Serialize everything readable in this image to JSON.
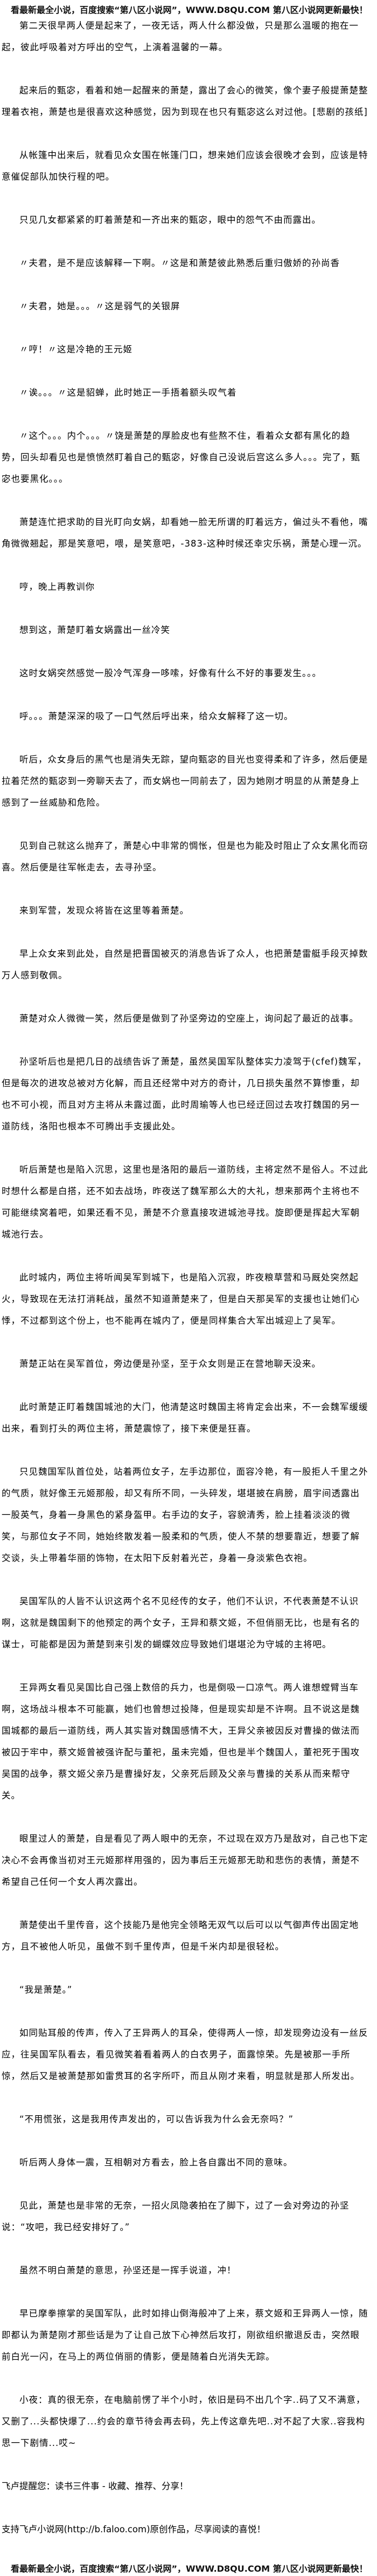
{
  "banner_text": "看最新最全小说，百度搜索“第八区小说网”，WWW.D8QU.COM 第八区小说网更新最快！",
  "paragraphs": [
    "第二天很早两人便是起来了，一夜无话，两人什么都没做，只是那么温暖的抱在一起，彼此呼吸着对方呼出的空气，上演着温馨的一幕。",
    "起来后的甄宓，看着和她一起醒来的萧楚，露出了会心的微笑，像个妻子般提萧楚整理着衣袍，萧楚也是很喜欢这种感觉，因为到现在也只有甄宓这么对过他。[悲剧的孩纸]",
    "从帐篷中出来后，就看见众女围在帐篷门口，想来她们应该会很晚才会到，应该是特意催促部队加快行程的吧。",
    "只见几女都紧紧的盯着萧楚和一齐出来的甄宓，眼中的怨气不由而露出。",
    "〃夫君，是不是应该解释一下啊。〃这是和萧楚彼此熟悉后重归傲娇的孙尚香",
    "〃夫君，她是。。。〃这是弱气的关银屏",
    "〃哼！〃这是冷艳的王元姬",
    "〃诶。。。〃这是貂蝉，此时她正一手捂着额头叹气着",
    "〃这个。。。内个。。。〃饶是萧楚的厚脸皮也有些熬不住，看着众女都有黑化的趋势，回头却看见也是愤愤然盯着自己的甄宓，好像自己没说后宫这么多人。。。完了，甄宓也要黑化。。。",
    "萧楚连忙把求助的目光盯向女娲，却看她一脸无所谓的盯着远方，偏过头不看他，嘴角微微翘起，那是笑意吧，喂，是笑意吧，-383-这种时候还幸灾乐祸，萧楚心理一沉。",
    "哼，晚上再教训你",
    "想到这，萧楚盯着女娲露出一丝冷笑",
    "这时女娲突然感觉一股冷气浑身一哆嗦，好像有什么不好的事要发生。。。",
    "呼。。。萧楚深深的吸了一口气然后呼出来，给众女解释了这一切。",
    "听后，众女身后的黑气也是消失无踪，望向甄宓的目光也变得柔和了许多，然后便是拉着茫然的甄宓到一旁聊天去了，而女娲也一同前去了，因为她刚才明显的从萧楚身上感到了一丝威胁和危险。",
    "见到自己就这么抛弃了，萧楚心中非常的惆怅，但是也为能及时阻止了众女黑化而窃喜。然后便是往军帐走去，去寻孙坚。",
    "来到军营，发现众将皆在这里等着萧楚。",
    "早上众女来到此处，自然是把晋国被灭的消息告诉了众人，也把萧楚雷艇手段灭掉数万人感到敬佩。",
    "萧楚对众人微微一笑，然后便是做到了孙坚旁边的空座上，询问起了最近的战事。",
    "孙坚听后也是把几日的战绩告诉了萧楚，虽然吴国军队整体实力凌驾于(cfef)魏军，但是每次的进攻总被对方化解，而且还经常中对方的奇计，几日损失虽然不算惨重，却也不可小视，而且对方主将从未露过面，此时周瑜等人也已经迂回过去攻打魏国的另一道防线，洛阳也根本不可腾出手支援此处。",
    "听后萧楚也是陷入沉思，这里也是洛阳的最后一道防线，主将定然不是俗人。不过此时想什么都是白搭，还不如去战场，昨夜送了魏军那么大的大礼，想来那两个主将也不可能继续窝着吧，如果还看不见，萧楚不介意直接攻进城池寻找。旋即便是挥起大军朝城池行去。",
    "此时城内，两位主将听闻吴军到城下，也是陷入沉寂，昨夜粮草营和马厩处突然起火，导致现在无法打消耗战，虽然不知道萧楚来了，但是白天那吴军的支援也让她们心悸，不过都到这个份上，也不能再在城内了，便是同样集合大军出城迎上了吴军。",
    "萧楚正站在吴军首位，旁边便是孙坚，至于众女则是正在营地聊天没来。",
    "此时萧楚正盯着魏国城池的大门，他清楚这时魏国主将肯定会出来，不一会魏军缓缓出来，看到打头的两位主将，萧楚震惊了，接下来便是狂喜。",
    "只见魏国军队首位处，站着两位女子，左手边那位，面容冷艳，有一股拒人千里之外的气质，就好像王元姬那般，却又有所不同，一头碎发，堪堪披在肩膀，眉宇间透露出一股英气，身着一身黑色的紧身盔甲。右手边的女子，容貌清秀，脸上挂着淡淡的微笑，与那位女子不同，她始终散发着一股柔和的气质，使人不禁的想要靠近，想要了解交谈，头上带着华丽的饰物，在太阳下反射着光芒，身着一身淡紫色衣袍。",
    "吴国军队的人皆不认识这两个名不见经传的女子，他们不认识，不代表萧楚不认识啊，这就是魏国剩下的他预定的两个女子，王异和蔡文姬，不但俏丽无比，也是有名的谋士，可能都是因为萧楚到来引发的蝴蝶效应导致她们堪堪沦为守城的主将吧。",
    "王异两女看见吴国比自己强上数倍的兵力，也是倒吸一口凉气。两人谁想螳臂当车啊，这场战斗根本不可能赢，她们也曾想过投降，但是现实却是不许啊。且不说这是魏国城都的最后一道防线，两人其实皆对魏国感情不大，王异父亲被因反对曹操的做法而被囚于牢中，蔡文姬曾被强许配与董祀，虽未完婚，但也是半个魏国人，董祀死于围攻吴国的战争，蔡文姬父亲乃是曹操好友，父亲死后顾及父亲与曹操的关系从而来帮守关。",
    "眼里过人的萧楚，自是看见了两人眼中的无奈，不过现在双方乃是敌对，自己也下定决心不会再像当初对王元姬那样用强的，因为事后王元姬那无助和悲伤的表情，萧楚不希望自己任何一个女人再次露出。",
    "萧楚使出千里传音，这个技能乃是他完全领略无双气以后可以以气御声传出固定地方，且不被他人听见，虽做不到千里传声，但是千米内却是很轻松。",
    "“我是萧楚。”",
    "如同贴耳般的传声，传入了王异两人的耳朵，使得两人一惊，却发现旁边没有一丝反应，往吴国军队看去，看见微笑着看着两人的白衣男子，面露惊荣。先是被那一手所惊，然后又是被萧楚那如雷贯耳的名字所吓，而且从刚才来看，明显就是那人所发出。",
    "“不用慌张，这是我用传声发出的，可以告诉我为什么会无奈吗？”",
    "听后两人身体一震，互相朝对方看去，脸上各自露出不同的意味。",
    "见此，萧楚也是非常的无奈，一招火凤隐袭拍在了脚下，过了一会对旁边的孙坚说：“攻吧，我已经安排好了。”",
    "虽然不明白萧楚的意思，孙坚还是一挥手说道，冲！",
    "早已摩拳擦掌的吴国军队，此时如排山倒海般冲了上来，蔡文姬和王异两人一惊，随即都认为萧楚刚才那些话是为了让自己放下心神然后攻打，刚欲组织撤退反击，突然眼前白光一闪，在马上的两位俏丽的倩影，便是随着白光消失无踪。",
    "小夜：真的很无奈，在电脑前愣了半个小时，依旧是码不出几个字..码了又不满意，又删了...头都快爆了...约会的章节待会再去码，先上传这章先吧..对不起了大家..容我构思一下剧情...哎~"
  ],
  "footer": {
    "reminder": "飞卢提醒您：读书三件事 - 收藏、推荐、分享！",
    "support": "支持飞卢小说网(http://b.faloo.com)原创作品，尽享阅读的喜悦！"
  }
}
